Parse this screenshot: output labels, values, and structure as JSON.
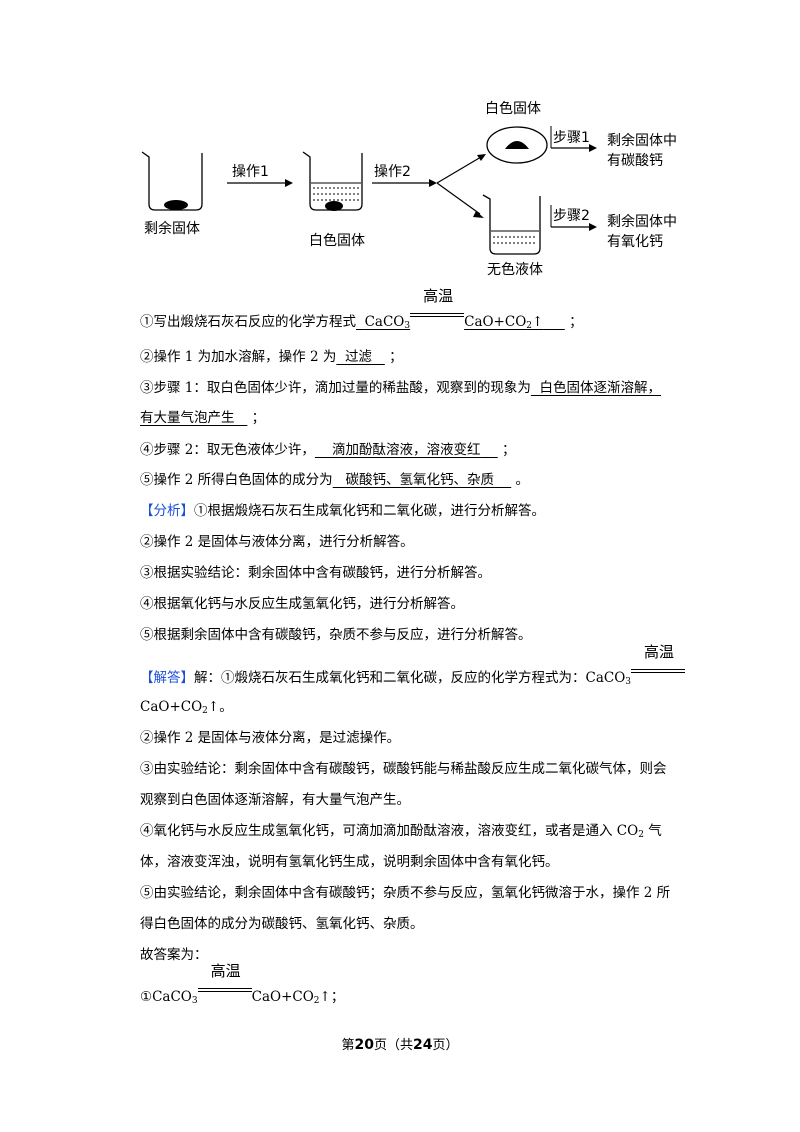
{
  "diagram": {
    "label_remaining_solid": "剩余固体",
    "label_op1": "操作1",
    "label_white_solid": "白色固体",
    "label_op2": "操作2",
    "label_white_solid_top": "白色固体",
    "label_step1": "步骤1",
    "label_result1_line1": "剩余固体中",
    "label_result1_line2": "有碳酸钙",
    "label_colorless_liquid": "无色液体",
    "label_step2": "步骤2",
    "label_result2_line1": "剩余固体中",
    "label_result2_line2": "有氧化钙"
  },
  "q1": {
    "prefix": "①写出煅烧石灰石反应的化学方程式",
    "reactant": "CaCO",
    "condition": "高温",
    "product_start": "CaO+CO",
    "arrow": "↑",
    "end": "；"
  },
  "q2": {
    "text": "②操作 1 为加水溶解，操作 2 为",
    "answer": "过滤",
    "end": "；"
  },
  "q3": {
    "text": "③步骤 1：取白色固体少许，滴加过量的稀盐酸，观察到的现象为",
    "answer_line1": "白色固体逐渐溶解，",
    "answer_line2": "有大量气泡产生",
    "end": "；"
  },
  "q4": {
    "text": "④步骤 2：取无色液体少许，",
    "answer": "滴加酚酞溶液，溶液变红",
    "end": "；"
  },
  "q5": {
    "text": "⑤操作 2 所得白色固体的成分为",
    "answer": "碳酸钙、氢氧化钙、杂质",
    "end": "。"
  },
  "analysis": {
    "tag": "【分析】",
    "line1": "①根据煅烧石灰石生成氧化钙和二氧化碳，进行分析解答。",
    "line2": "②操作 2 是固体与液体分离，进行分析解答。",
    "line3": "③根据实验结论：剩余固体中含有碳酸钙，进行分析解答。",
    "line4": "④根据氧化钙与水反应生成氢氧化钙，进行分析解答。",
    "line5": "⑤根据剩余固体中含有碳酸钙，杂质不参与反应，进行分析解答。"
  },
  "solution": {
    "tag": "【解答】",
    "line1": "解：①煅烧石灰石生成氧化钙和二氧化碳，反应的化学方程式为：CaCO",
    "condition": "高温",
    "line1b": "CaO+CO",
    "line1b_end": "↑。",
    "line2": "②操作 2 是固体与液体分离，是过滤操作。",
    "line3a": "③由实验结论：剩余固体中含有碳酸钙，碳酸钙能与稀盐酸反应生成二氧化碳气体，则会",
    "line3b": "观察到白色固体逐渐溶解，有大量气泡产生。",
    "line4a_start": "④氧化钙与水反应生成氢氧化钙，可滴加滴加酚酞溶液，溶液变红，或者是通入 CO",
    "line4a_end": " 气",
    "line4b": "体，溶液变浑浊，说明有氢氧化钙生成，说明剩余固体中含有氧化钙。",
    "line5a": "⑤由实验结论，剩余固体中含有碳酸钙；杂质不参与反应，氢氧化钙微溶于水，操作 2  所",
    "line5b": "得白色固体的成分为碳酸钙、氢氧化钙、杂质。",
    "answer_intro": "故答案为：",
    "answer1_prefix": "①CaCO",
    "answer1_condition": "高温",
    "answer1_product": "CaO+CO",
    "answer1_end": "↑；"
  },
  "footer": {
    "pre": "第",
    "page": "20",
    "mid": "页（共",
    "total": "24",
    "post": "页）"
  }
}
